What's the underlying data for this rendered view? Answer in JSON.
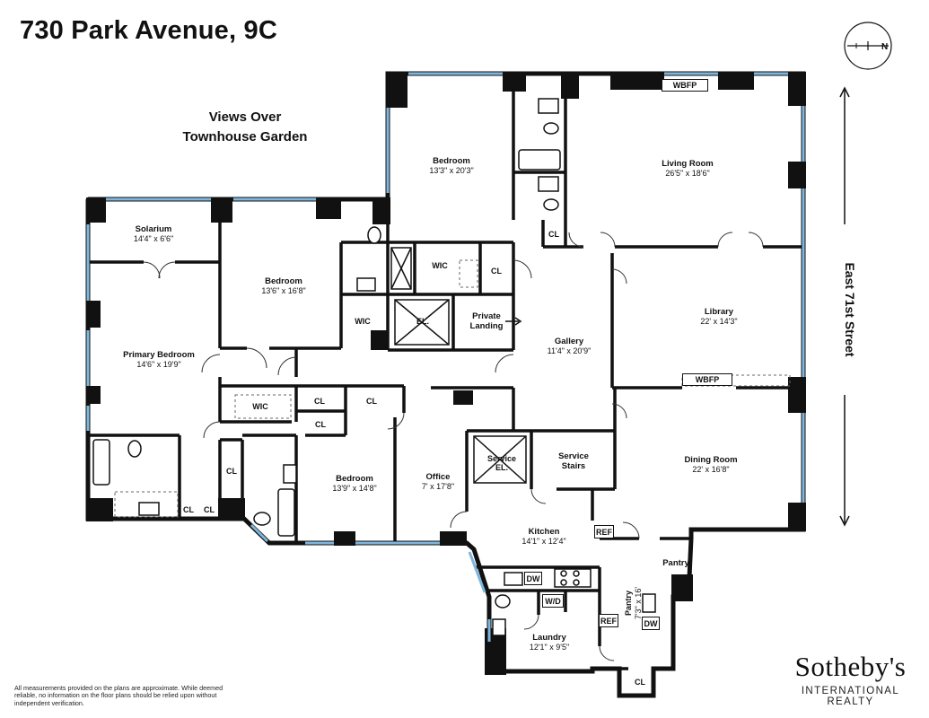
{
  "title": "730 Park Avenue, 9C",
  "views_note": [
    "Views Over",
    "Townhouse Garden"
  ],
  "street": "East 71st Street",
  "disclaimer": "All measurements provided on the plans are approximate. While deemed reliable, no information on the floor plans should be relied upon without independent verification.",
  "brand": {
    "name": "Sotheby's",
    "tagline": "INTERNATIONAL REALTY"
  },
  "compass_letter": "N",
  "rooms": {
    "solarium": {
      "name": "Solarium",
      "dims": "14'4\" x 6'6\""
    },
    "bedroom_nw": {
      "name": "Bedroom",
      "dims": "13'6\" x 16'8\""
    },
    "bedroom_n": {
      "name": "Bedroom",
      "dims": "13'3\" x 20'3\""
    },
    "living_room": {
      "name": "Living Room",
      "dims": "26'5\" x 18'6\""
    },
    "primary_bedroom": {
      "name": "Primary Bedroom",
      "dims": "14'6\" x 19'9\""
    },
    "library": {
      "name": "Library",
      "dims": "22' x 14'3\""
    },
    "gallery": {
      "name": "Gallery",
      "dims": "11'4\" x 20'9\""
    },
    "private_landing": {
      "name": "Private Landing"
    },
    "bedroom_s": {
      "name": "Bedroom",
      "dims": "13'9\" x 14'8\""
    },
    "office": {
      "name": "Office",
      "dims": "7' x 17'8\""
    },
    "service_stairs": {
      "name": "Service Stairs"
    },
    "dining_room": {
      "name": "Dining Room",
      "dims": "22' x 16'8\""
    },
    "kitchen": {
      "name": "Kitchen",
      "dims": "14'1\" x 12'4\""
    },
    "pantry_small": {
      "name": "Pantry"
    },
    "pantry_long": {
      "name": "Pantry",
      "dims": "7'3\" x 16'"
    },
    "laundry": {
      "name": "Laundry",
      "dims": "12'1\" x 9'5\""
    }
  },
  "tags": {
    "wbfp": "WBFP",
    "wic": "WIC",
    "cl": "CL",
    "el": "EL.",
    "service_el": "Service EL.",
    "ref": "REF",
    "dw": "DW",
    "wd": "W/D"
  }
}
